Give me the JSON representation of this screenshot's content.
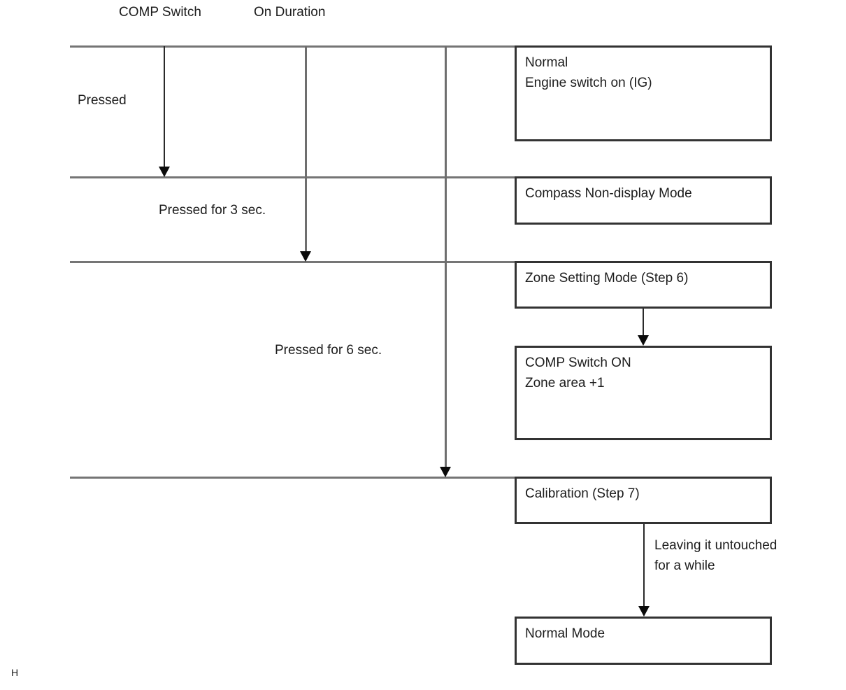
{
  "header": {
    "comp_switch_label": "COMP Switch",
    "on_duration_label": "On Duration"
  },
  "press_labels": {
    "pressed": "Pressed",
    "pressed_3sec": "Pressed for 3 sec.",
    "pressed_6sec": "Pressed for 6 sec."
  },
  "transition_labels": {
    "leaving_line1": "Leaving it untouched",
    "leaving_line2": "for a while"
  },
  "boxes": [
    {
      "name": "normal",
      "lines": [
        "Normal",
        "Engine switch on (IG)"
      ]
    },
    {
      "name": "compass-non-display",
      "lines": [
        "Compass Non-display Mode"
      ]
    },
    {
      "name": "zone-setting",
      "lines": [
        "Zone Setting Mode (Step 6)"
      ]
    },
    {
      "name": "comp-switch-on",
      "lines": [
        "COMP Switch ON",
        "Zone area +1"
      ]
    },
    {
      "name": "calibration",
      "lines": [
        "Calibration (Step 7)"
      ]
    },
    {
      "name": "normal-mode",
      "lines": [
        "Normal Mode"
      ]
    }
  ],
  "footer": {
    "mark": "H"
  },
  "colors": {
    "line_gray": "#6e6e6e",
    "line_black": "#2a2a2a",
    "box_border": "#333333",
    "text": "#1c1c1c",
    "background": "#ffffff"
  }
}
